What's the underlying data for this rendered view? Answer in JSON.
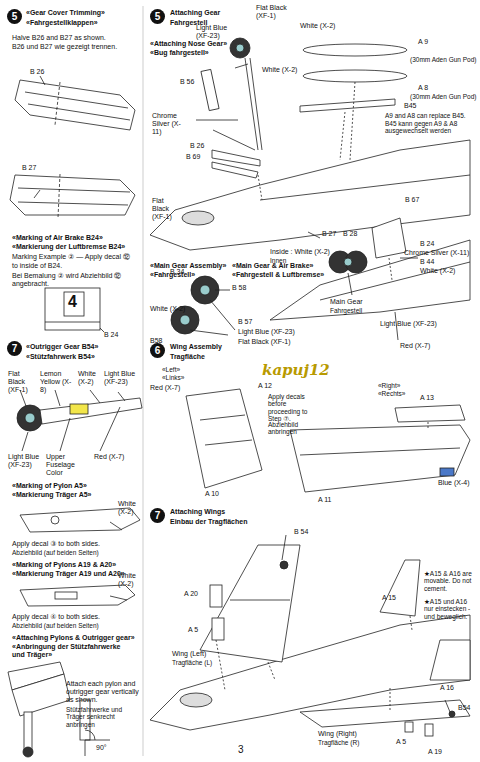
{
  "diagram": {
    "nodes": [
      {
        "text": [
          "5"
        ]
      },
      {
        "text": [
          "7"
        ]
      },
      {
        "text": [
          "5"
        ]
      },
      {
        "text": [
          "6"
        ]
      },
      {
        "text": [
          "7"
        ]
      }
    ],
    "labels": [
      "«Gear Cover Trimming»",
      "«Fahrgestellklappen»",
      "Halve B26 and B27 as shown.",
      "B26 und B27 wie gezeigt trennen.",
      "B 26",
      "B 27",
      "«Marking of Air Brake B24»",
      "«Markierung der Luftbremse B24»",
      "Marking Example ② — Apply decal ⑫",
      "to inside of B24.",
      "Bei Bemalung ② wird Abziehbild ⑫ angebracht.",
      "4",
      "B 24",
      "«Outrigger Gear B54»",
      "«Stützfahrwerk B54»",
      "Flat Black (XF-1)",
      "Lemon Yellow (X-8)",
      "White (X-2)",
      "Light Blue (XF-23)",
      "Light Blue (XF-23)",
      "Upper Fuselage Color",
      "Red (X-7)",
      "«Marking of Pylon A5»",
      "«Markierung Träger A5»",
      "White (X-2)",
      "Apply decal ③ to both sides.",
      "Abziehbild (auf beiden Seiten)",
      "«Marking of Pylons A19 & A20»",
      "«Markierung Träger A19 und A20»",
      "White (X-2)",
      "Apply decal ④ to both sides.",
      "Abziehbild (auf beiden Seiten)",
      "«Attaching Pylons & Outrigger gear»",
      "«Anbringung der Stützfahrwerke und Träger»",
      "Attach each pylon and outrigger gear vertically as shown.",
      "Stützfahrwerke und Träger senkrecht anbringen",
      "90°",
      "Attaching Gear",
      "Fahrgestell",
      "«Attaching Nose Gear»",
      "«Bug fahrgestell»",
      "Flat Black (XF-1)",
      "White (X-2)",
      "Light Blue (XF-23)",
      "White (X-2)",
      "B 56",
      "A 9",
      "(30mm Aden Gun Pod)",
      "A 8",
      "(30mm Aden Gun Pod)",
      "B45",
      "A9 and A8 can replace B45.",
      "B45 kann gegen A9 & A8 ausgewechselt werden",
      "Chrome Silver (X-11)",
      "B 26",
      "B 69",
      "Flat Black (XF-1)",
      "B 67",
      "Inside : White (X-2)",
      "Innen",
      "B 27",
      "B 28",
      "B 24",
      "Chrome Silver (X-11)",
      "B 44",
      "White (X-2)",
      "«Main Gear Assembly»",
      "«Fahrgestell»",
      "«Main Gear & Air Brake»",
      "«Fahrgestell & Luftbremse»",
      "B 58",
      "Main Gear",
      "Fahrgestell",
      "B 34",
      "White (X-2)",
      "B58",
      "B 57",
      "Red (X-7)",
      "Light Blue (XF-23)",
      "Flat Black (XF-1)",
      "Light Blue (XF-23)",
      "Wing Assembly",
      "Tragfläche",
      "«Left»",
      "«Links»",
      "Red (X-7)",
      "kapuj12",
      "A 12",
      "Apply decals before proceeding to Step ⑦.",
      "Abziehbild anbringen",
      "«Right»",
      "«Rechts»",
      "A 13",
      "A 10",
      "A 11",
      "Blue (X-4)",
      "Attaching Wings",
      "Einbau der Tragflächen",
      "B 54",
      "A 20",
      "A 15",
      "★A15 & A16 are movable. Do not cement.",
      "★A15 und A16 nur einstecken - und beweglich.",
      "A 5",
      "Wing (Left)",
      "Tragfläche (L)",
      "A 16",
      "B54",
      "Wing (Right)",
      "Tragfläche (R)",
      "A 5",
      "A 19",
      "3"
    ]
  }
}
